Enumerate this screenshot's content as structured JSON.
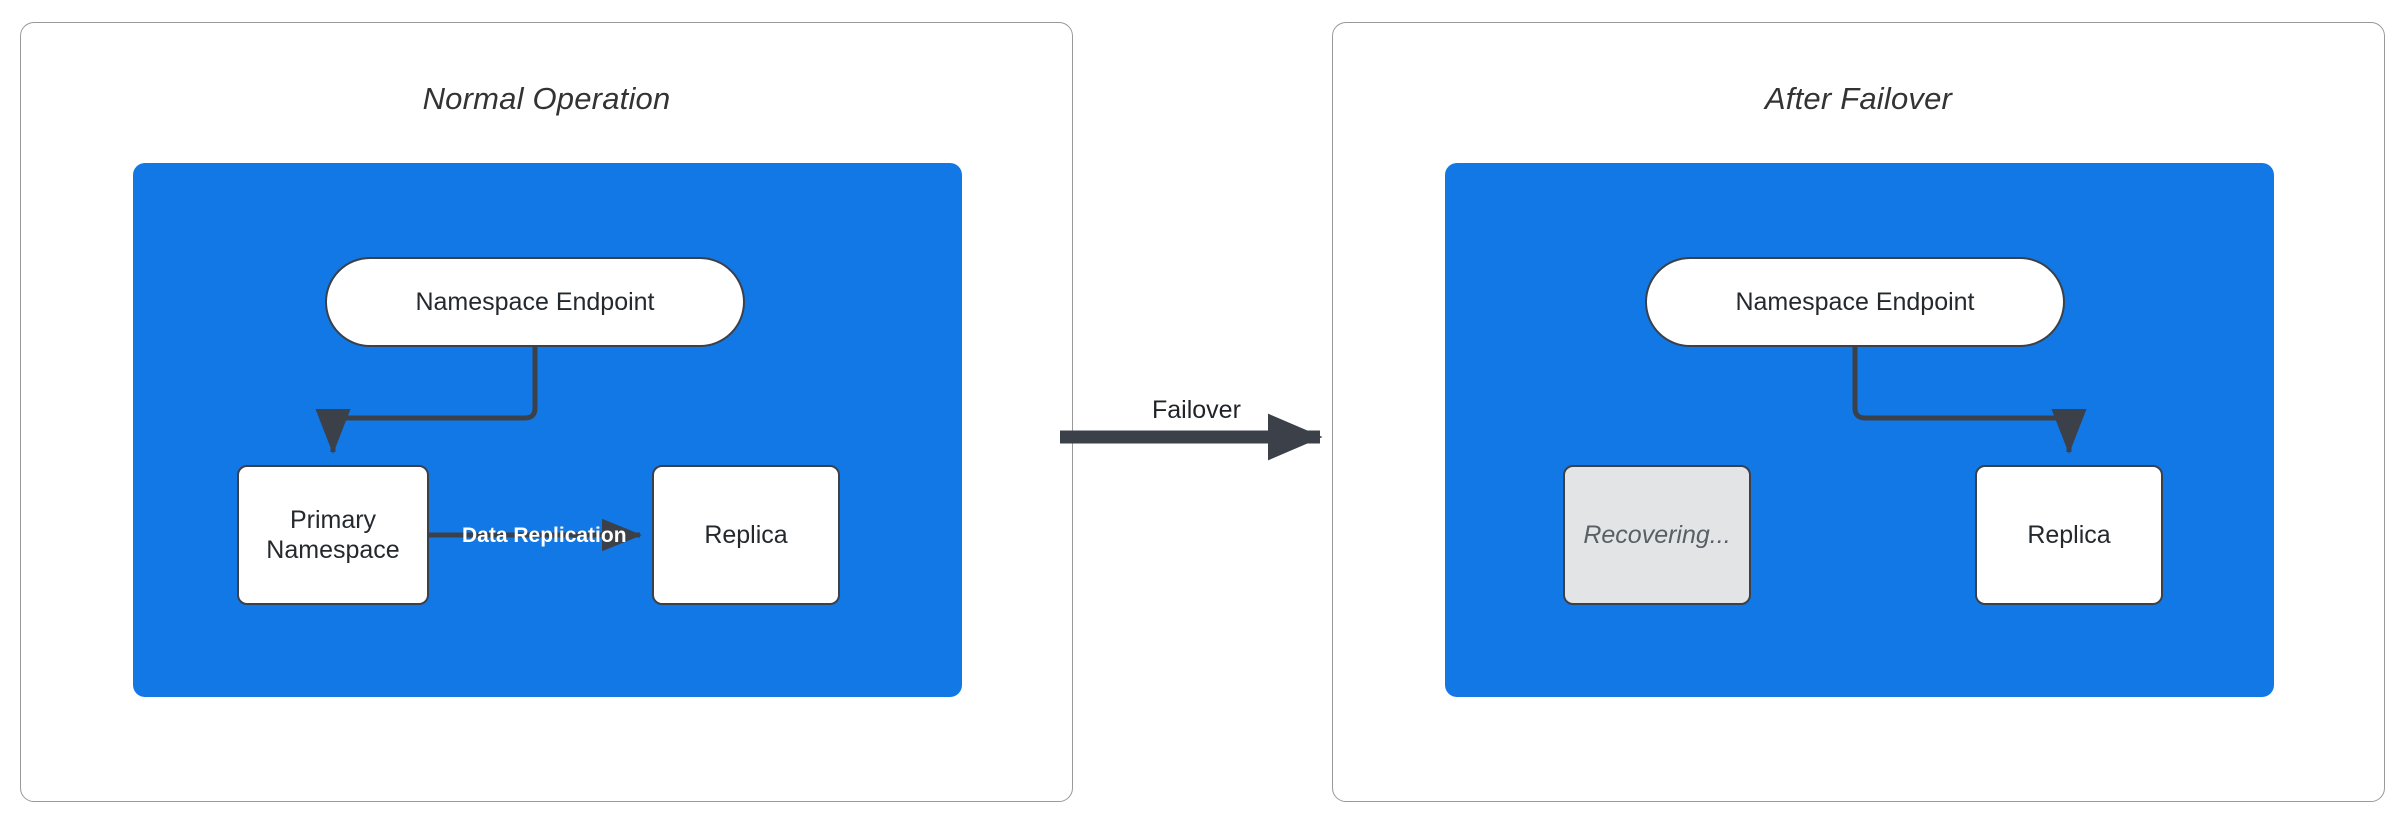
{
  "diagram": {
    "title_left": "Normal Operation",
    "title_right": "After Failover",
    "transition": {
      "label": "Failover",
      "arrow_icon": "arrow-right-icon"
    },
    "left_panel": {
      "title": "Normal Operation",
      "nodes": {
        "endpoint": "Namespace Endpoint",
        "primary": "Primary\nNamespace",
        "primary_line1": "Primary",
        "primary_line2": "Namespace",
        "replica": "Replica"
      },
      "edges": {
        "endpoint_to_primary": "",
        "replication": "Data Replication"
      }
    },
    "right_panel": {
      "title": "After Failover",
      "nodes": {
        "endpoint": "Namespace Endpoint",
        "recovering": "Recovering...",
        "replica": "Replica"
      },
      "edges": {
        "endpoint_to_replica": ""
      }
    },
    "colors": {
      "region_blue": "#1278E5",
      "panel_border": "#999999",
      "node_border": "#3b4049",
      "node_fill": "#ffffff",
      "recovering_fill": "#e2e4e6",
      "recovering_text": "#5a5f66",
      "edge_stroke": "#3b4049",
      "title_text": "#333333",
      "replication_label": "#ffffff"
    }
  }
}
